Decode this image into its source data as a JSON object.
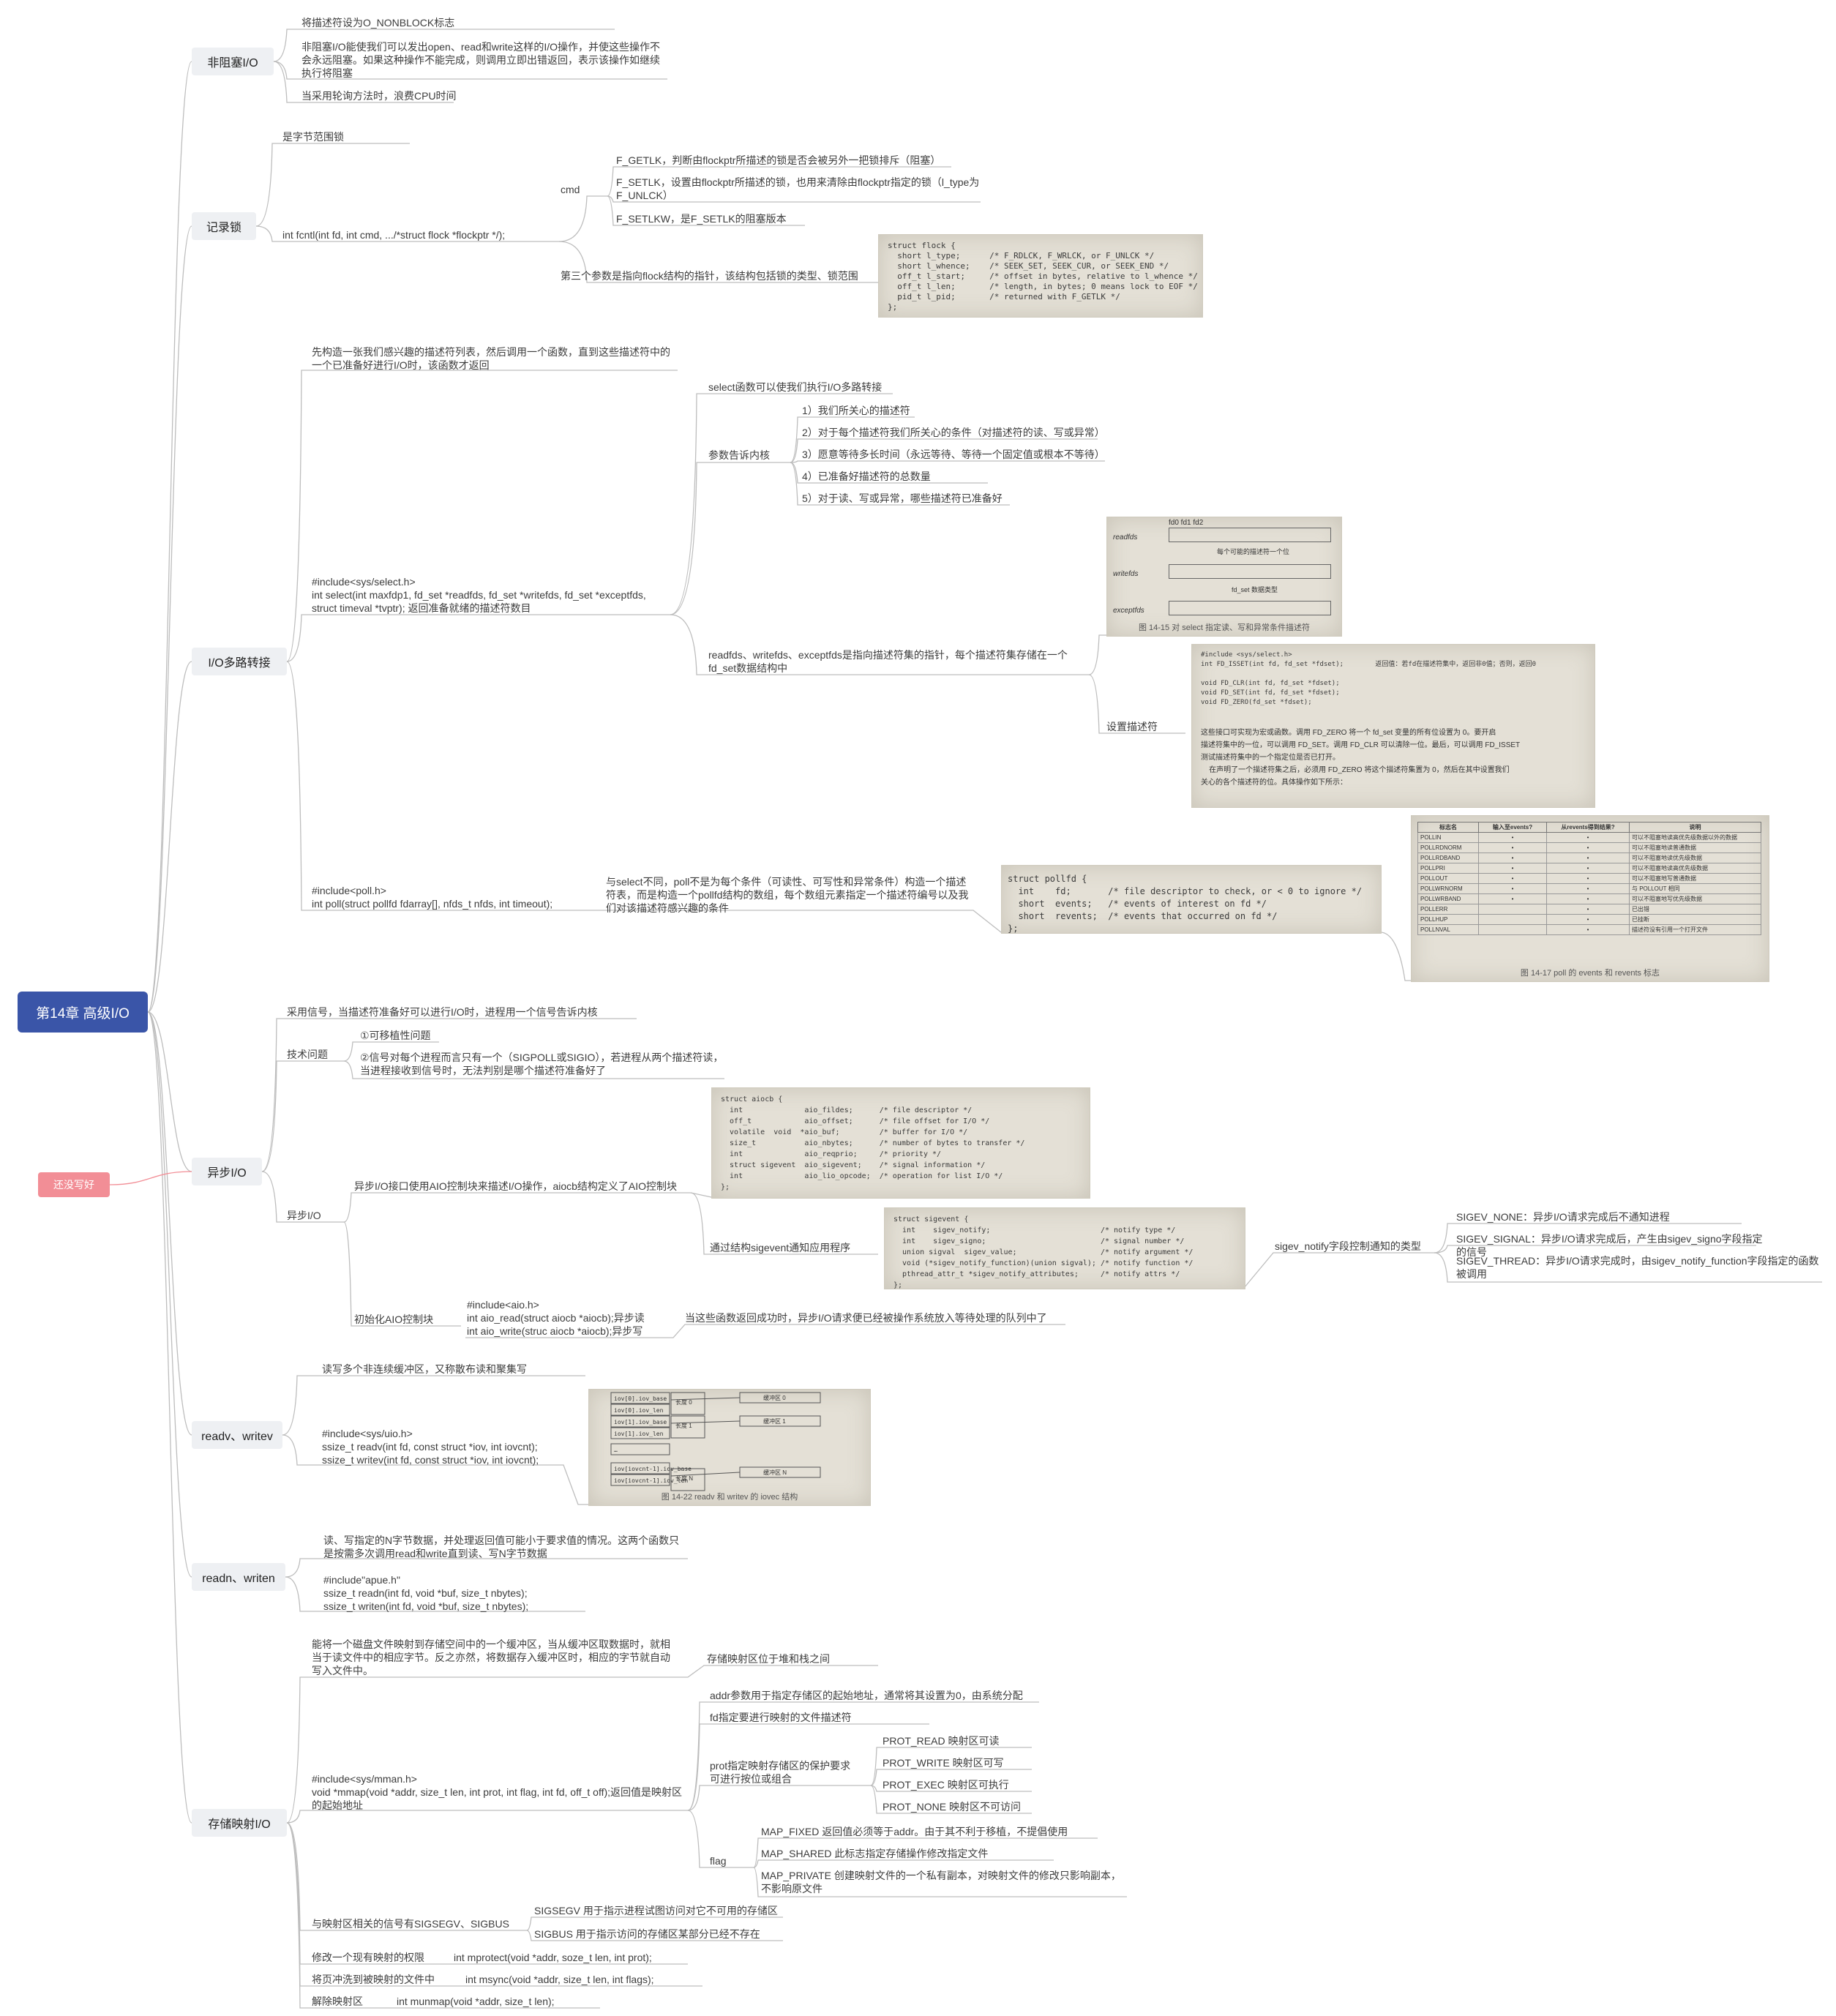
{
  "root": {
    "title": "第14章 高级I/O"
  },
  "note": {
    "label": "还没写好"
  },
  "nonblocking": {
    "title": "非阻塞I/O",
    "items": [
      "将描述符设为O_NONBLOCK标志",
      "非阻塞I/O能使我们可以发出open、read和write这样的I/O操作，并使这些操作不会永远阻塞。如果这种操作不能完成，则调用立即出错返回，表示该操作如继续执行将阻塞",
      "当采用轮询方法时，浪费CPU时间"
    ]
  },
  "record_lock": {
    "title": "记录锁",
    "scope": "是字节范围锁",
    "fcntl": "int fcntl(int fd, int cmd, .../*struct flock *flockptr  */);",
    "cmd_label": "cmd",
    "cmd_items": [
      "F_GETLK，判断由flockptr所描述的锁是否会被另外一把锁排斥（阻塞）",
      "F_SETLK，设置由flockptr所描述的锁，也用来清除由flockptr指定的锁（l_type为F_UNLCK）",
      "F_SETLKW，是F_SETLK的阻塞版本"
    ],
    "third_arg": "第三个参数是指向flock结构的指针，该结构包括锁的类型、锁范围",
    "flock_code": "struct flock {\n  short l_type;      /* F_RDLCK, F_WRLCK, or F_UNLCK */\n  short l_whence;    /* SEEK_SET, SEEK_CUR, or SEEK_END */\n  off_t l_start;     /* offset in bytes, relative to l_whence */\n  off_t l_len;       /* length, in bytes; 0 means lock to EOF */\n  pid_t l_pid;       /* returned with F_GETLK */\n};"
  },
  "multiplex": {
    "title": "I/O多路转接",
    "intro": "先构造一张我们感兴趣的描述符列表，然后调用一个函数，直到这些描述符中的一个已准备好进行I/O时，该函数才返回",
    "select_sig": "#include<sys/select.h>\nint select(int maxfdp1, fd_set *readfds, fd_set *writefds, fd_set *exceptfds, struct timeval *tvptr); 返回准备就绪的描述符数目",
    "select_desc": "select函数可以使我们执行I/O多路转接",
    "params_label": "参数告诉内核",
    "params": [
      "1）我们所关心的描述符",
      "2）对于每个描述符我们所关心的条件（对描述符的读、写或异常）",
      "3）愿意等待多长时间（永远等待、等待一个固定值或根本不等待）",
      "4）已准备好描述符的总数量",
      "5）对于读、写或异常，哪些描述符已准备好"
    ],
    "fdset_desc": "readfds、writefds、exceptfds是指向描述符集的指针，每个描述符集存储在一个fd_set数据结构中",
    "set_desc_label": "设置描述符",
    "fig15_caption": "图 14-15  对 select 指定读、写和异常条件描述符",
    "fig15_rows": [
      "readfds",
      "writefds",
      "exceptfds"
    ],
    "fig15_cols": "fd0  fd1  fd2",
    "fig15_note1": "每个可能的描述符一个位",
    "fig15_note2": "fd_set 数据类型",
    "fdmacro_code": "#include <sys/select.h>\nint FD_ISSET(int fd, fd_set *fdset);        返回值：若fd在描述符集中，返回非0值；否则，返回0\n\nvoid FD_CLR(int fd, fd_set *fdset);\nvoid FD_SET(int fd, fd_set *fdset);\nvoid FD_ZERO(fd_set *fdset);",
    "fdmacro_text": "这些接口可实现为宏或函数。调用 FD_ZERO 将一个 fd_set 变量的所有位设置为 0。要开启\n描述符集中的一位，可以调用 FD_SET。调用 FD_CLR 可以清除一位。最后，可以调用 FD_ISSET\n测试描述符集中的一个指定位是否已打开。\n    在声明了一个描述符集之后，必须用 FD_ZERO 将这个描述符集置为 0，然后在其中设置我们\n关心的各个描述符的位。具体操作如下所示：",
    "poll_sig": "#include<poll.h>\nint poll(struct pollfd fdarray[], nfds_t nfds, int timeout);",
    "poll_desc": "与select不同，poll不是为每个条件（可读性、可写性和异常条件）构造一个描述符表，而是构造一个pollfd结构的数组，每个数组元素指定一个描述符编号以及我们对该描述符感兴趣的条件",
    "pollfd_code": "struct pollfd {\n  int    fd;       /* file descriptor to check, or < 0 to ignore */\n  short  events;   /* events of interest on fd */\n  short  revents;  /* events that occurred on fd */\n};",
    "fig17_caption": "图 14-17  poll 的 events 和 revents 标志",
    "fig17_headers": [
      "标志名",
      "输入至events?",
      "从revents得到结果?",
      "说明"
    ],
    "fig17_rows": [
      [
        "POLLIN",
        "•",
        "•",
        "可以不阻塞地读高优先级数据以外的数据"
      ],
      [
        "POLLRDNORM",
        "•",
        "•",
        "可以不阻塞地读普通数据"
      ],
      [
        "POLLRDBAND",
        "•",
        "•",
        "可以不阻塞地读优先级数据"
      ],
      [
        "POLLPRI",
        "•",
        "•",
        "可以不阻塞地读高优先级数据"
      ],
      [
        "POLLOUT",
        "•",
        "•",
        "可以不阻塞地写普通数据"
      ],
      [
        "POLLWRNORM",
        "•",
        "•",
        "与 POLLOUT 相同"
      ],
      [
        "POLLWRBAND",
        "•",
        "•",
        "可以不阻塞地写优先级数据"
      ],
      [
        "POLLERR",
        "",
        "•",
        "已出错"
      ],
      [
        "POLLHUP",
        "",
        "•",
        "已挂断"
      ],
      [
        "POLLNVAL",
        "",
        "•",
        "描述符没有引用一个打开文件"
      ]
    ]
  },
  "async": {
    "title": "异步I/O",
    "signal": "采用信号，当描述符准备好可以进行I/O时，进程用一个信号告诉内核",
    "tech_label": "技术问题",
    "tech_items": [
      "①可移植性问题",
      "②信号对每个进程而言只有一个（SIGPOLL或SIGIO），若进程从两个描述符读，当进程接收到信号时，无法判别是哪个描述符准备好了"
    ],
    "aio_label": "异步I/O",
    "aio_desc": "异步I/O接口使用AIO控制块来描述I/O操作，aiocb结构定义了AIO控制块",
    "aiocb_code": "struct aiocb {\n  int              aio_fildes;      /* file descriptor */\n  off_t            aio_offset;      /* file offset for I/O */\n  volatile  void  *aio_buf;         /* buffer for I/O */\n  size_t           aio_nbytes;      /* number of bytes to transfer */\n  int              aio_reqprio;     /* priority */\n  struct sigevent  aio_sigevent;    /* signal information */\n  int              aio_lio_opcode;  /* operation for list I/O */\n};",
    "sigevent_desc": "通过结构sigevent通知应用程序",
    "sigevent_code": "struct sigevent {\n  int    sigev_notify;                         /* notify type */\n  int    sigev_signo;                          /* signal number */\n  union sigval  sigev_value;                   /* notify argument */\n  void (*sigev_notify_function)(union sigval); /* notify function */\n  pthread_attr_t *sigev_notify_attributes;     /* notify attrs */\n};",
    "notify_label": "sigev_notify字段控制通知的类型",
    "notify_items": [
      "SIGEV_NONE：异步I/O请求完成后不通知进程",
      "SIGEV_SIGNAL：异步I/O请求完成后，产生由sigev_signo字段指定的信号",
      "SIGEV_THREAD：异步I/O请求完成时，由sigev_notify_function字段指定的函数被调用"
    ],
    "init_label": "初始化AIO控制块",
    "init_code": "#include<aio.h>\nint aio_read(struct aiocb *aiocb);异步读\nint aio_write(struc aiocb *aiocb);异步写",
    "init_desc": "当这些函数返回成功时，异步I/O请求便已经被操作系统放入等待处理的队列中了"
  },
  "readv": {
    "title": "readv、writev",
    "desc": "读写多个非连续缓冲区，又称散布读和聚集写",
    "sig": "#include<sys/uio.h>\nssize_t readv(int fd, const struct *iov, int iovcnt);\nssize_t writev(int fd, const struct *iov, int iovcnt);",
    "fig_caption": "图 14-22  readv 和 writev 的 iovec 结构",
    "fig_left": [
      "iov[0].iov_base",
      "iov[0].iov_len",
      "iov[1].iov_base",
      "iov[1].iov_len",
      "…",
      "iov[iovcnt-1].iov_base",
      "iov[iovcnt-1].iov_len"
    ],
    "fig_mid": [
      "长度 0",
      "长度 1",
      "长度 N"
    ],
    "fig_bufs": [
      "缓冲区 0",
      "缓冲区 1",
      "缓冲区 N"
    ]
  },
  "readn": {
    "title": "readn、writen",
    "desc": "读、写指定的N字节数据，并处理返回值可能小于要求值的情况。这两个函数只是按需多次调用read和write直到读、写N字节数据",
    "sig": "#include\"apue.h\"\nssize_t readn(int fd, void *buf, size_t nbytes);\nssize_t writen(int fd, void *buf, size_t nbytes);"
  },
  "mmap": {
    "title": "存储映射I/O",
    "intro": "能将一个磁盘文件映射到存储空间中的一个缓冲区，当从缓冲区取数据时，就相当于读文件中的相应字节。反之亦然，将数据存入缓冲区时，相应的字节就自动写入文件中。",
    "region": "存储映射区位于堆和栈之间",
    "sig": "#include<sys/mman.h>\nvoid *mmap(void *addr, size_t len, int prot, int flag, int fd, off_t off);返回值是映射区的起始地址",
    "addr": "addr参数用于指定存储区的起始地址，通常将其设置为0，由系统分配",
    "fd": "fd指定要进行映射的文件描述符",
    "prot_label": "prot指定映射存储区的保护要求\n可进行按位或组合",
    "prot_items": [
      "PROT_READ 映射区可读",
      "PROT_WRITE 映射区可写",
      "PROT_EXEC 映射区可执行",
      "PROT_NONE 映射区不可访问"
    ],
    "flag_label": "flag",
    "flag_items": [
      "MAP_FIXED 返回值必须等于addr。由于其不利于移植，不提倡使用",
      "MAP_SHARED 此标志指定存储操作修改指定文件",
      "MAP_PRIVATE 创建映射文件的一个私有副本，对映射文件的修改只影响副本，不影响原文件"
    ],
    "signals_label": "与映射区相关的信号有SIGSEGV、SIGBUS",
    "signals_items": [
      "SIGSEGV 用于指示进程试图访问对它不可用的存储区",
      "SIGBUS 用于指示访问的存储区某部分已经不存在"
    ],
    "mprotect_label": "修改一个现有映射的权限",
    "mprotect": "int mprotect(void *addr, soze_t len, int prot);",
    "msync_label": "将页冲洗到被映射的文件中",
    "msync": "int msync(void *addr, size_t len, int flags);",
    "munmap_label": "解除映射区",
    "munmap": "int munmap(void *addr, size_t len);"
  }
}
